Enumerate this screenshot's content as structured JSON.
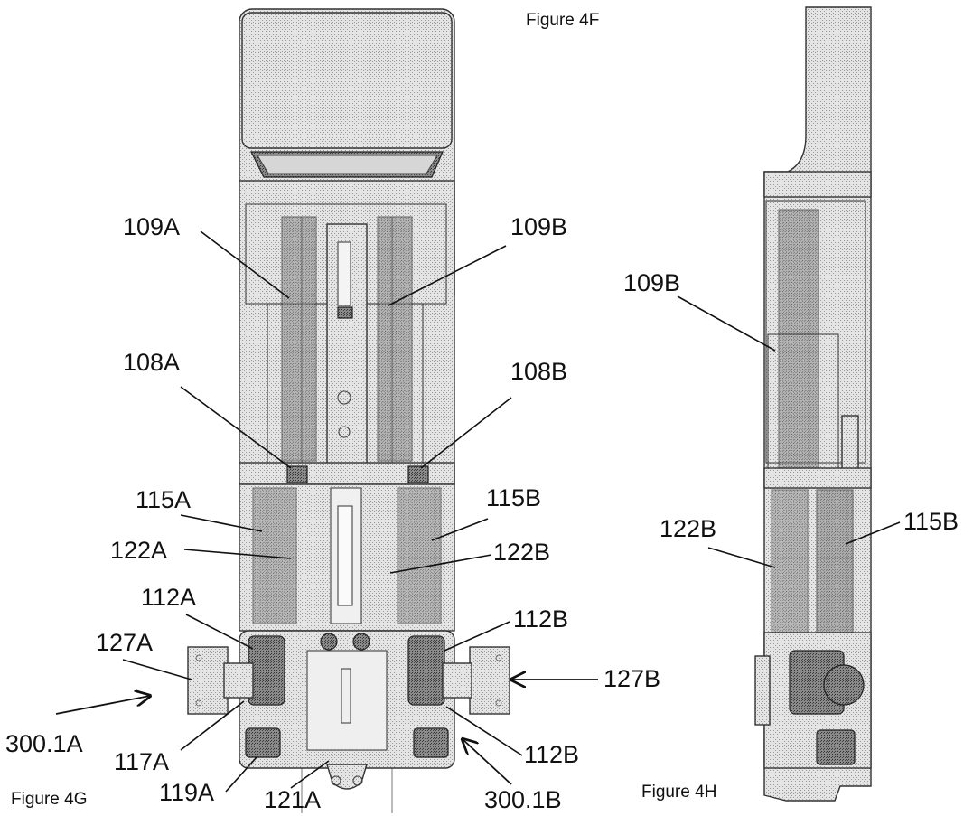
{
  "figures": {
    "fig_4f": "Figure 4F",
    "fig_4g": "Figure 4G",
    "fig_4h": "Figure 4H"
  },
  "labels": {
    "l109A": "109A",
    "l109B": "109B",
    "l108A": "108A",
    "l108B": "108B",
    "l115A": "115A",
    "l115B": "115B",
    "l122A": "122A",
    "l122B": "122B",
    "l112A": "112A",
    "l112B_top": "112B",
    "l127A": "127A",
    "l127B": "127B",
    "l300A": "300.1A",
    "l117A": "117A",
    "l112B_bot": "112B",
    "l119A": "119A",
    "l121A": "121A",
    "l300B": "300.1B",
    "h109B": "109B",
    "h122B": "122B",
    "h115B": "115B"
  }
}
